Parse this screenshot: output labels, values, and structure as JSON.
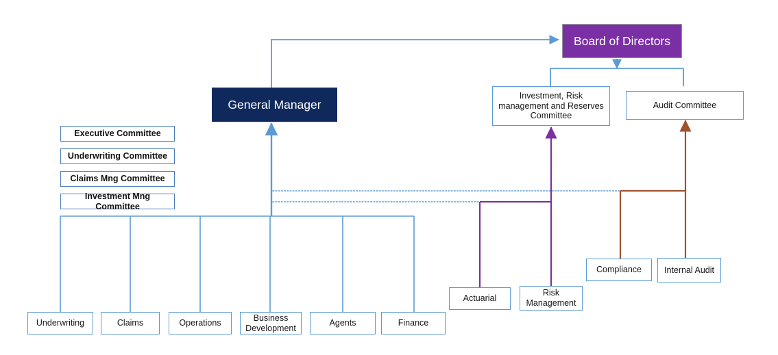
{
  "diagram": {
    "title": "Insurance Company Organizational Chart",
    "colors": {
      "board_fill": "#7B2FA5",
      "gm_fill": "#10295C",
      "blue_line": "#5B9BD5",
      "purple_line": "#7B2FA5",
      "brown_line": "#A0522D",
      "box_border": "#5B9BD5",
      "text_dark": "#171717",
      "text_light": "#FFFFFF"
    },
    "nodes": {
      "board": {
        "label": "Board of Directors"
      },
      "general_manager": {
        "label": "General Manager"
      },
      "investment_risk_committee": {
        "label": "Investment, Risk management and Reserves Committee"
      },
      "audit_committee": {
        "label": "Audit Committee"
      },
      "actuarial": {
        "label": "Actuarial"
      },
      "risk_management": {
        "label": "Risk Management"
      },
      "compliance": {
        "label": "Compliance"
      },
      "internal_audit": {
        "label": "Internal Audit"
      }
    },
    "committees": [
      {
        "label": "Executive Committee"
      },
      {
        "label": "Underwriting Committee"
      },
      {
        "label": "Claims Mng Committee"
      },
      {
        "label": "Investment Mng Committee"
      }
    ],
    "departments": [
      {
        "label": "Underwriting"
      },
      {
        "label": "Claims"
      },
      {
        "label": "Operations"
      },
      {
        "label": "Business Development"
      },
      {
        "label": "Agents"
      },
      {
        "label": "Finance"
      }
    ]
  }
}
